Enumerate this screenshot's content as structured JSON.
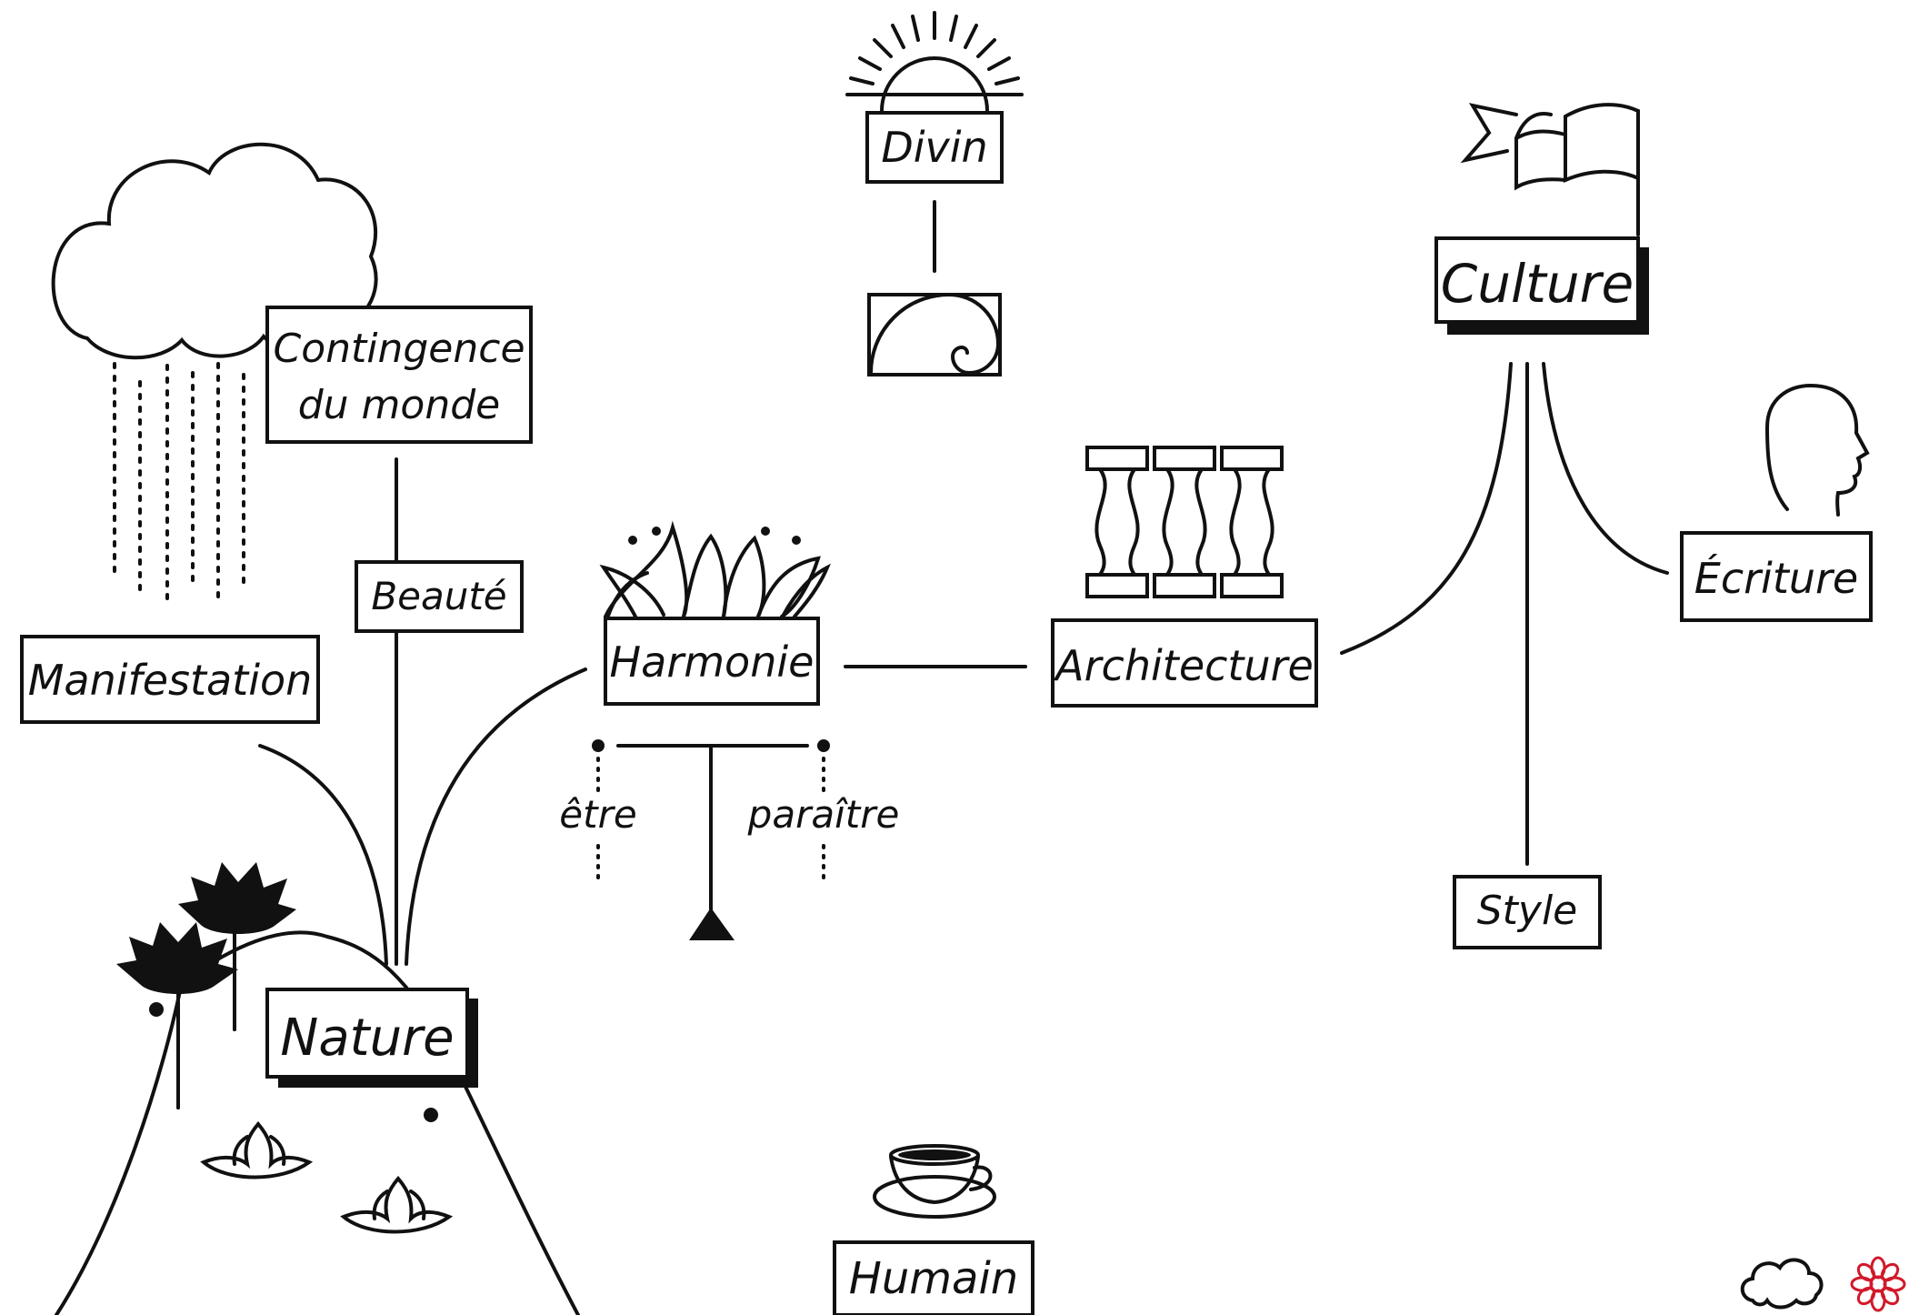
{
  "nodes": {
    "divin": "Divin",
    "culture": "Culture",
    "contingence_line1": "Contingence",
    "contingence_line2": "du monde",
    "beaute": "Beauté",
    "manifestation": "Manifestation",
    "harmonie": "Harmonie",
    "architecture": "Architecture",
    "ecriture": "Écriture",
    "style": "Style",
    "nature": "Nature",
    "humain": "Humain"
  },
  "balance": {
    "left": "être",
    "right": "paraître"
  },
  "icons": {
    "divin": "rising-sun-icon",
    "golden_ratio": "golden-spiral-icon",
    "culture": "flag-banner-icon",
    "contingence": "rain-cloud-icon",
    "harmonie": "lotus-flower-icon",
    "architecture": "balustrade-icon",
    "ecriture": "head-profile-icon",
    "nature": "mountain-with-flowers-icon",
    "humain": "teacup-icon",
    "corner_left": "cloud-outline-icon",
    "corner_right": "red-flower-icon"
  },
  "colors": {
    "ink": "#111111",
    "accent": "#d1192b"
  }
}
